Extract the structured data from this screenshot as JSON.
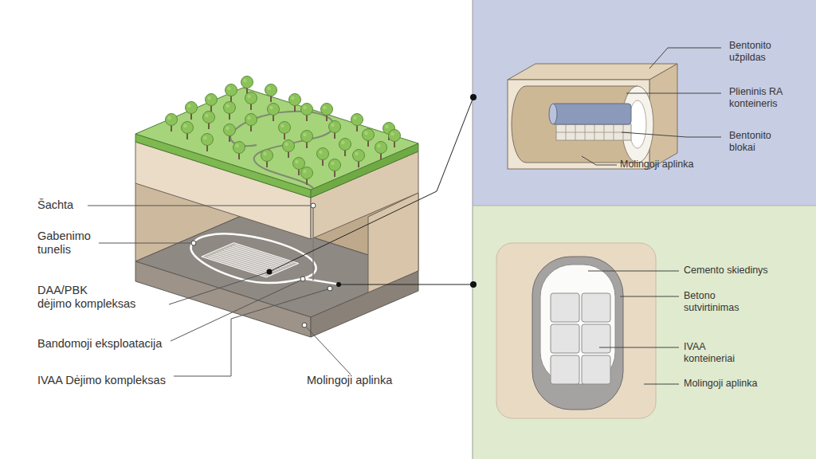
{
  "diagram": {
    "labels": [
      "Šachta",
      "Gabenimo tunelis",
      "DAA/PBK dėjimo kompleksas",
      "Bandomoji eksploatacija",
      "IVAA Dėjimo kompleksas",
      "Molingoji aplinka",
      "Bentonito užpildas",
      "Plieninis RA konteineris",
      "Bentonito blokai",
      "Molingoji aplinka",
      "Cemento skiedinys",
      "Betono sutvirtinimas",
      "IVAA konteineriai",
      "Molingoji aplinka"
    ]
  }
}
